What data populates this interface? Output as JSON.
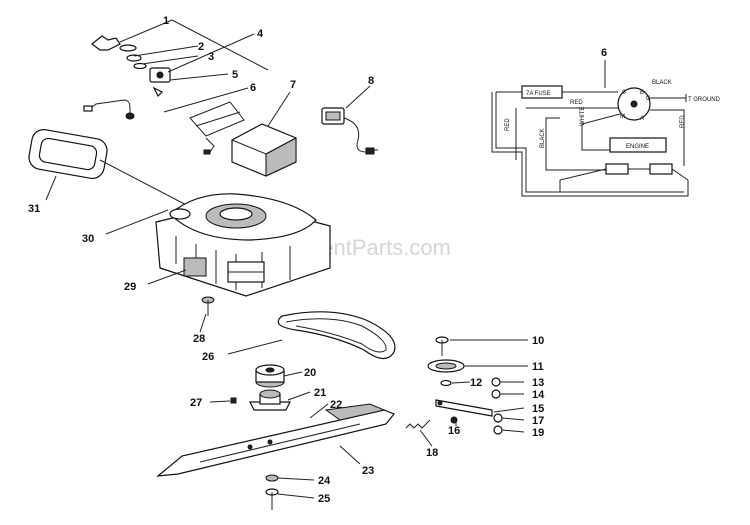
{
  "watermark": "eReplacementParts.com",
  "callouts": [
    "1",
    "2",
    "3",
    "4",
    "5",
    "6",
    "7",
    "8",
    "31",
    "30",
    "29",
    "28",
    "26",
    "20",
    "21",
    "22",
    "27",
    "23",
    "24",
    "25",
    "10",
    "11",
    "12",
    "13",
    "14",
    "15",
    "16",
    "17",
    "18",
    "19",
    "6"
  ],
  "wiring": {
    "label_6": "6",
    "fuse": "7A FUSE",
    "engine": "ENGINE",
    "wires": {
      "black_top": "BLACK",
      "ground": "T GROUND",
      "red_h": "RED",
      "red_v": "RED",
      "white": "WHITE",
      "black_v": "BLACK",
      "red_r": "RED"
    },
    "terminals": {
      "s": "S",
      "b": "B",
      "m": "M",
      "g": "G",
      "a": "A"
    }
  }
}
